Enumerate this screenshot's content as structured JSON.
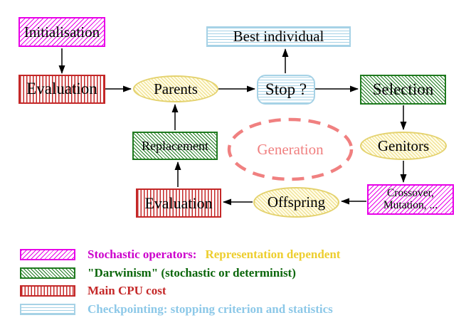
{
  "nodes": {
    "initialisation": {
      "label": "Initialisation"
    },
    "evaluation_top": {
      "label": "Evaluation"
    },
    "parents": {
      "label": "Parents"
    },
    "best_individual": {
      "label": "Best individual"
    },
    "stop": {
      "label": "Stop ?"
    },
    "selection": {
      "label": "Selection"
    },
    "genitors": {
      "label": "Genitors"
    },
    "crossover": {
      "line1": "Crossover,",
      "line2": "Mutation, ..."
    },
    "offspring": {
      "label": "Offspring"
    },
    "evaluation_bottom": {
      "label": "Evaluation"
    },
    "replacement": {
      "label": "Replacement"
    },
    "generation": {
      "label": "Generation"
    }
  },
  "legend": {
    "rows": [
      {
        "pattern": "magenta-diagonal-hatch",
        "text": "Stochastic operators:",
        "text2": "Representation dependent"
      },
      {
        "pattern": "green-diagonal-hatch",
        "text": "\"Darwinism\" (stochastic or determinist)"
      },
      {
        "pattern": "red-vertical-stripes",
        "text": "Main CPU cost"
      },
      {
        "pattern": "blue-horizontal-stripes",
        "text": "Checkpointing: stopping criterion and statistics"
      }
    ]
  },
  "colors": {
    "magenta": "#e800e8",
    "magenta_text": "#cc00cc",
    "red": "#c42828",
    "green": "#1f7a1f",
    "green_text": "#0b660b",
    "blue": "#a6d2e6",
    "blue_text": "#8cc8e8",
    "yellow_border": "#e4d26e",
    "yellow_fill": "#fffce6",
    "yellow_hatch": "#eddc86",
    "salmon": "#f08080",
    "gold": "#edce2e",
    "arrow": "#000000"
  }
}
